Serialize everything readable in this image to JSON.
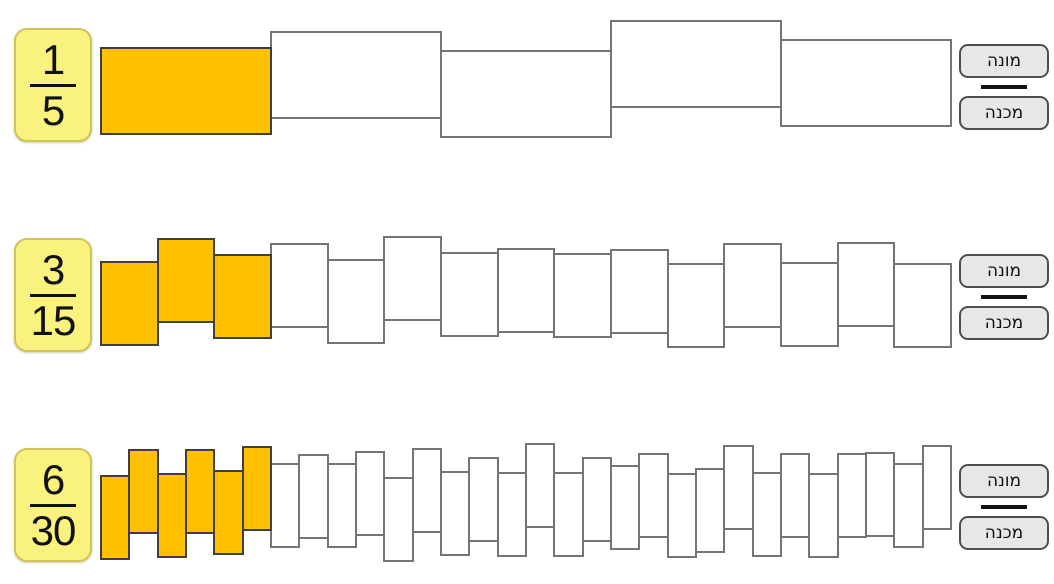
{
  "colors": {
    "background": "#FFFFFF",
    "filled_segment": "#FFC000",
    "filled_border": "#3F3F3F",
    "empty_segment": "#FFFFFF",
    "empty_border": "#757575",
    "card_fill": "#F9F27E",
    "card_border": "#CFC45C",
    "button_fill": "#E7E7E7",
    "button_border": "#4F4F4F"
  },
  "labels": {
    "numerator_button": "מונה",
    "denominator_button": "מכנה"
  },
  "rows": [
    {
      "fraction": {
        "numerator": "1",
        "denominator": "5"
      },
      "segments_total": 5,
      "segments_filled": 1,
      "segment_height": 88,
      "segment_tops": [
        47,
        31,
        50,
        20,
        39
      ]
    },
    {
      "fraction": {
        "numerator": "3",
        "denominator": "15"
      },
      "segments_total": 15,
      "segments_filled": 3,
      "segment_height": 85,
      "segment_tops": [
        51,
        28,
        44,
        33,
        49,
        26,
        42,
        38,
        43,
        39,
        53,
        33,
        52,
        32,
        53
      ]
    },
    {
      "fraction": {
        "numerator": "6",
        "denominator": "30"
      },
      "segments_total": 30,
      "segments_filled": 6,
      "segment_height": 85,
      "segment_tops": [
        55,
        29,
        53,
        29,
        50,
        26,
        43,
        34,
        43,
        31,
        57,
        28,
        51,
        37,
        52,
        23,
        52,
        37,
        45,
        33,
        53,
        48,
        25,
        52,
        33,
        53,
        33,
        32,
        43,
        25
      ]
    }
  ]
}
